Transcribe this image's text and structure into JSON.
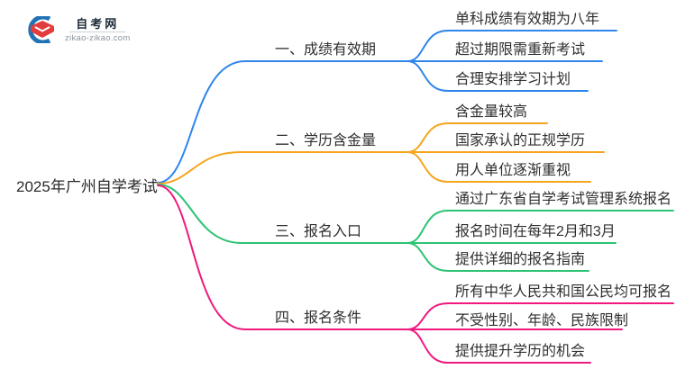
{
  "logo": {
    "title": "自考网",
    "domain": "zikao-zikao.com",
    "colors": {
      "crescent": "#2273B4",
      "cap": "#E23C3C",
      "chevron": "#FFFFFF"
    }
  },
  "root": {
    "title": "2025年广州自学考试"
  },
  "branches": [
    {
      "label": "一、成绩有效期",
      "color": "#2E86EC",
      "leaves": [
        "单科成绩有效期为八年",
        "超过期限需重新考试",
        "合理安排学习计划"
      ]
    },
    {
      "label": "二、学历含金量",
      "color": "#F5A51C",
      "leaves": [
        "含金量较高",
        "国家承认的正规学历",
        "用人单位逐渐重视"
      ]
    },
    {
      "label": "三、报名入口",
      "color": "#2CC373",
      "leaves": [
        "通过广东省自学考试管理系统报名",
        "报名时间在每年2月和3月",
        "提供详细的报名指南"
      ]
    },
    {
      "label": "四、报名条件",
      "color": "#F0197D",
      "leaves": [
        "所有中华人民共和国公民均可报名",
        "不受性别、年龄、民族限制",
        "提供提升学历的机会"
      ]
    }
  ]
}
